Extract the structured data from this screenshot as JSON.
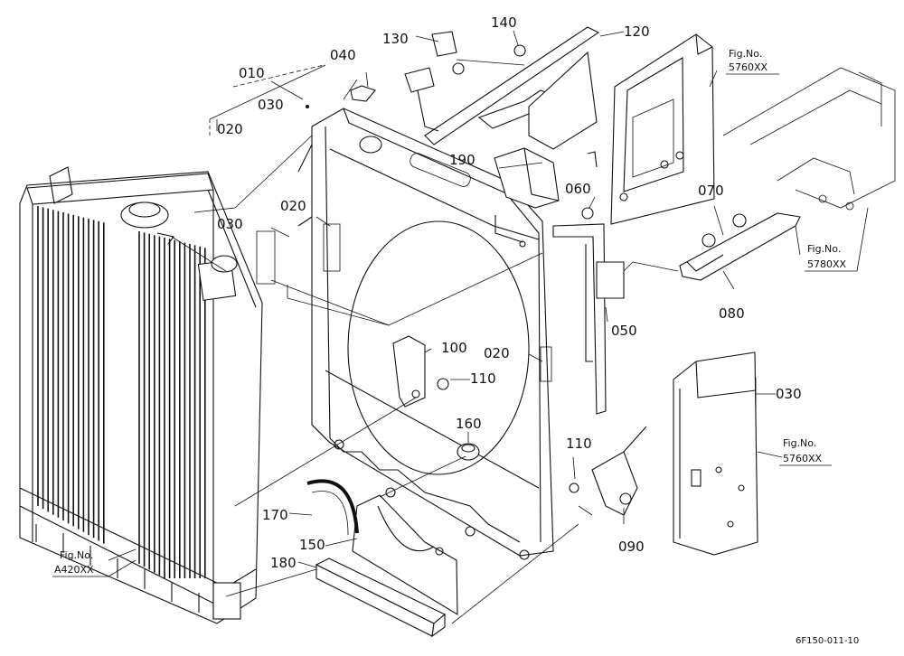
{
  "diagram": {
    "code": "6F150-011-10",
    "callouts": [
      {
        "id": "010",
        "text": "010"
      },
      {
        "id": "030a",
        "text": "030"
      },
      {
        "id": "020a",
        "text": "020"
      },
      {
        "id": "040",
        "text": "040"
      },
      {
        "id": "130",
        "text": "130"
      },
      {
        "id": "140",
        "text": "140"
      },
      {
        "id": "120",
        "text": "120"
      },
      {
        "id": "190",
        "text": "190"
      },
      {
        "id": "060",
        "text": "060"
      },
      {
        "id": "070",
        "text": "070"
      },
      {
        "id": "080",
        "text": "080"
      },
      {
        "id": "050",
        "text": "050"
      },
      {
        "id": "020b",
        "text": "020"
      },
      {
        "id": "030b",
        "text": "030"
      },
      {
        "id": "100",
        "text": "100"
      },
      {
        "id": "110a",
        "text": "110"
      },
      {
        "id": "020c",
        "text": "020"
      },
      {
        "id": "160",
        "text": "160"
      },
      {
        "id": "110b",
        "text": "110"
      },
      {
        "id": "090",
        "text": "090"
      },
      {
        "id": "170",
        "text": "170"
      },
      {
        "id": "150",
        "text": "150"
      },
      {
        "id": "180",
        "text": "180"
      },
      {
        "id": "030c",
        "text": "030"
      }
    ],
    "figure_refs": [
      {
        "id": "fig-5760-top",
        "label": "Fig.No.",
        "number": "5760XX"
      },
      {
        "id": "fig-5780",
        "label": "Fig.No.",
        "number": "5780XX"
      },
      {
        "id": "fig-5760-right",
        "label": "Fig.No.",
        "number": "5760XX"
      },
      {
        "id": "fig-a420",
        "label": "Fig.No.",
        "number": "A420XX"
      }
    ]
  }
}
